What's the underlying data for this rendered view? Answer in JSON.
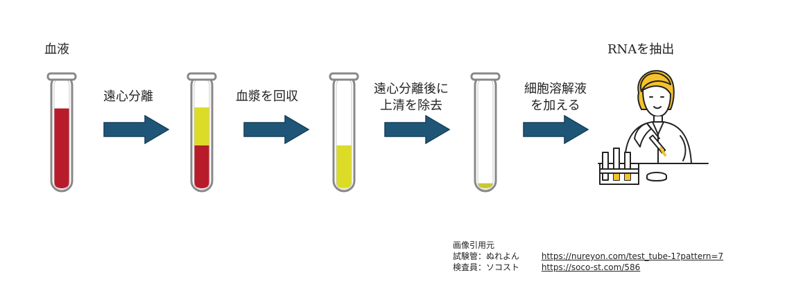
{
  "steps": {
    "start_label": "血液",
    "end_label": "RNAを抽出",
    "arrow_labels": [
      [
        "遠心分離"
      ],
      [
        "血漿を回収"
      ],
      [
        "遠心分離後に",
        "上清を除去"
      ],
      [
        "細胞溶解液",
        "を加える"
      ]
    ]
  },
  "tubes": [
    {
      "name": "blood-tube",
      "layers": [
        {
          "color": "#b81c2b",
          "from": 0.0,
          "to": 0.78
        }
      ]
    },
    {
      "name": "separated-tube",
      "layers": [
        {
          "color": "#b81c2b",
          "from": 0.0,
          "to": 0.42
        },
        {
          "color": "#dcdc28",
          "from": 0.42,
          "to": 0.79
        }
      ]
    },
    {
      "name": "plasma-tube",
      "layers": [
        {
          "color": "#dcdc28",
          "from": 0.0,
          "to": 0.42
        }
      ]
    },
    {
      "name": "pellet-tube",
      "layers": [
        {
          "color": "#c8c832",
          "from": 0.0,
          "to": 0.05
        }
      ]
    }
  ],
  "colors": {
    "arrow": "#1f5677",
    "arrow_outline": "#163f58",
    "tube_outline": "#888888",
    "hair": "#f5c22b"
  },
  "credits": {
    "heading": "画像引用元",
    "rows": [
      {
        "who": "試験管：ぬれよん",
        "url": "https://nureyon.com/test_tube-1?pattern=7"
      },
      {
        "who": "検査員：ソコスト",
        "url": "https://soco-st.com/586"
      }
    ]
  }
}
